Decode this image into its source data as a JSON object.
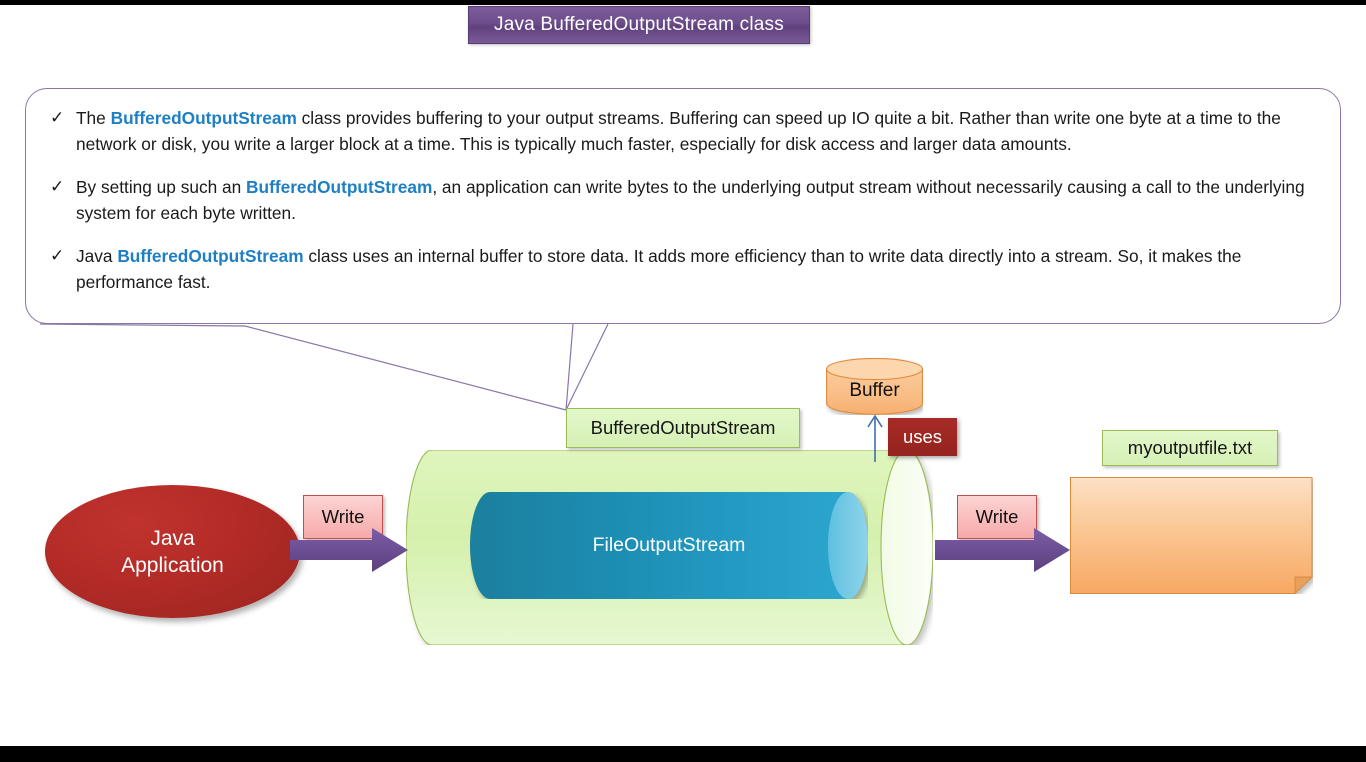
{
  "title": {
    "text": "Java BufferedOutputStream class",
    "background_color": "#6d4d8c",
    "text_color": "#ffffff"
  },
  "callout": {
    "border_color": "#8a76a8",
    "bullet_glyph": "✓",
    "highlight_color": "#1f7fc4",
    "bullets": [
      {
        "segments": [
          {
            "text": "The ",
            "bold": false
          },
          {
            "text": "BufferedOutputStream",
            "bold": true
          },
          {
            "text": " class provides buffering to your output streams. Buffering can speed up IO quite a bit. Rather than write one byte at a time to the network or disk, you write a larger block at a time. This is typically much faster, especially for disk access and larger data amounts.",
            "bold": false
          }
        ]
      },
      {
        "segments": [
          {
            "text": "By setting up such an ",
            "bold": false
          },
          {
            "text": "BufferedOutputStream",
            "bold": true
          },
          {
            "text": ", an application can write bytes to the underlying output stream without necessarily causing a call to the underlying system for each byte written.",
            "bold": false
          }
        ]
      },
      {
        "segments": [
          {
            "text": "Java ",
            "bold": false
          },
          {
            "text": "BufferedOutputStream",
            "bold": true
          },
          {
            "text": " class uses an internal buffer to store data. It adds more efficiency than to write data directly into a stream. So, it makes the performance fast.",
            "bold": false
          }
        ]
      }
    ]
  },
  "diagram": {
    "java_application": {
      "line1": "Java",
      "line2": "Application",
      "color": "#b32b27",
      "text_color": "#ffffff"
    },
    "write_tag_left": {
      "label": "Write",
      "color": "#f7a9a9"
    },
    "write_tag_right": {
      "label": "Write",
      "color": "#f7a9a9"
    },
    "buffered_output_stream_label": {
      "label": "BufferedOutputStream",
      "color": "#d9f2bc"
    },
    "file_output_stream_label": {
      "label": "FileOutputStream",
      "color": "#1f8fb5",
      "text_color": "#ffffff"
    },
    "buffer_cylinder": {
      "label": "Buffer",
      "color": "#fbc28c"
    },
    "uses_tag": {
      "label": "uses",
      "color": "#a72b26",
      "text_color": "#ffffff"
    },
    "output_file_label": {
      "label": "myoutputfile.txt",
      "color": "#d9f2bc"
    },
    "output_document": {
      "color": "#f8b878"
    },
    "arrow_color": "#6b4e93",
    "outer_cylinder_color": "#d7f0b0"
  }
}
